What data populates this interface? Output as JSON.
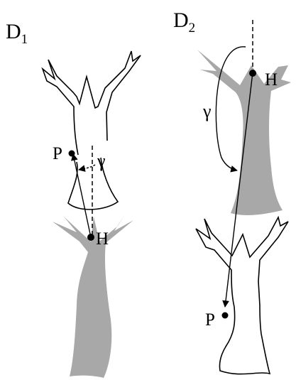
{
  "panels": [
    {
      "label": "D",
      "subscript": "1",
      "points": {
        "head": "H",
        "tail": "P"
      },
      "angle": "γ"
    },
    {
      "label": "D",
      "subscript": "2",
      "points": {
        "head": "H",
        "tail": "P"
      },
      "angle": "γ"
    }
  ],
  "colors": {
    "stroke": "#000000",
    "shaded_tree": "#a8a8a8",
    "outline_tree_fill": "#ffffff"
  }
}
